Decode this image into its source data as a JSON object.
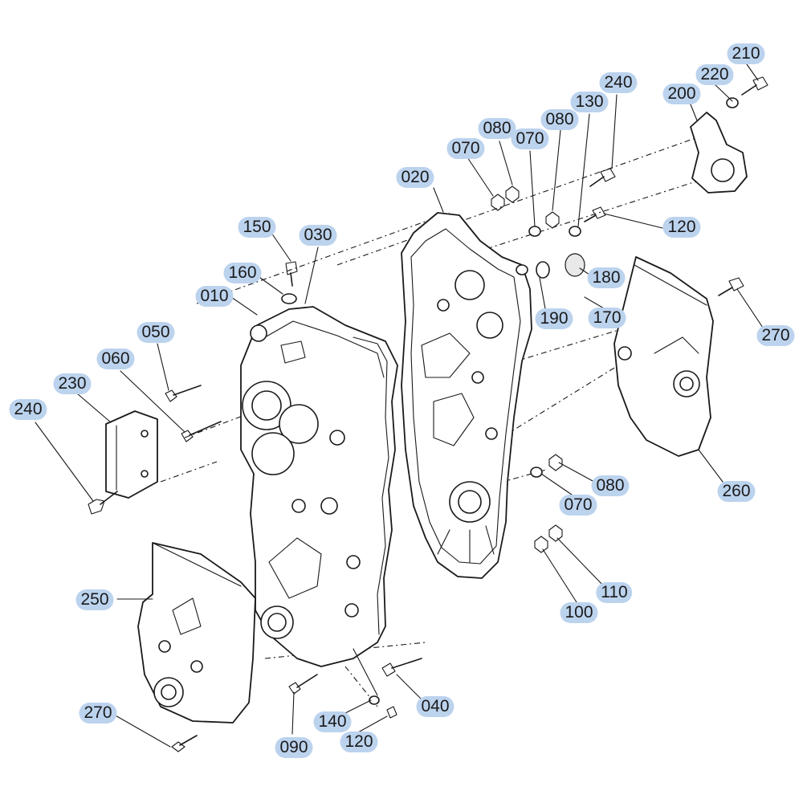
{
  "diagram": {
    "highlight_color": "#bcd3ee",
    "callouts": [
      {
        "id": "210a",
        "text": "210"
      },
      {
        "id": "220a",
        "text": "220"
      },
      {
        "id": "240a",
        "text": "240"
      },
      {
        "id": "200a",
        "text": "200"
      },
      {
        "id": "130a",
        "text": "130"
      },
      {
        "id": "080a",
        "text": "080"
      },
      {
        "id": "080b",
        "text": "080"
      },
      {
        "id": "070a",
        "text": "070"
      },
      {
        "id": "070b",
        "text": "070"
      },
      {
        "id": "020a",
        "text": "020"
      },
      {
        "id": "120a",
        "text": "120"
      },
      {
        "id": "150a",
        "text": "150"
      },
      {
        "id": "030a",
        "text": "030"
      },
      {
        "id": "160a",
        "text": "160"
      },
      {
        "id": "180a",
        "text": "180"
      },
      {
        "id": "010a",
        "text": "010"
      },
      {
        "id": "190a",
        "text": "190"
      },
      {
        "id": "170a",
        "text": "170"
      },
      {
        "id": "270a",
        "text": "270"
      },
      {
        "id": "050a",
        "text": "050"
      },
      {
        "id": "060a",
        "text": "060"
      },
      {
        "id": "230a",
        "text": "230"
      },
      {
        "id": "240b",
        "text": "240"
      },
      {
        "id": "080c",
        "text": "080"
      },
      {
        "id": "260a",
        "text": "260"
      },
      {
        "id": "070c",
        "text": "070"
      },
      {
        "id": "110a",
        "text": "110"
      },
      {
        "id": "250a",
        "text": "250"
      },
      {
        "id": "100a",
        "text": "100"
      },
      {
        "id": "040a",
        "text": "040"
      },
      {
        "id": "270b",
        "text": "270"
      },
      {
        "id": "140a",
        "text": "140"
      },
      {
        "id": "090a",
        "text": "090"
      },
      {
        "id": "120b",
        "text": "120"
      }
    ]
  }
}
